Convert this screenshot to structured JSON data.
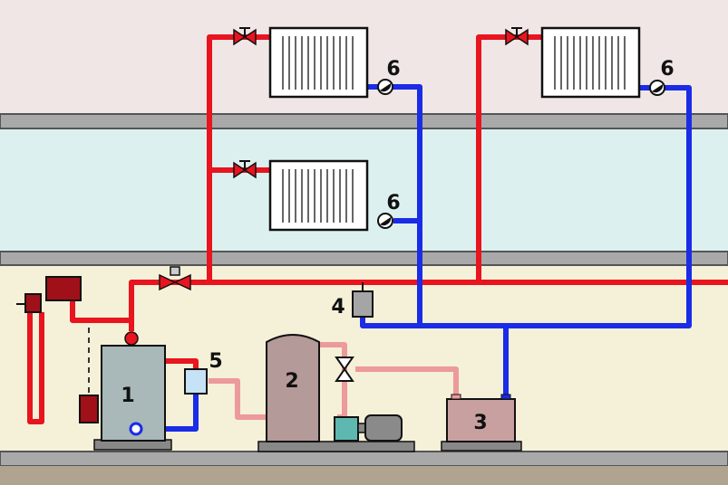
{
  "labels": {
    "boiler": "1",
    "expansion_tank": "2",
    "condensate_tank": "3",
    "air_separator": "4",
    "heat_exchanger": "5",
    "radiator_valve_upper_left": "6",
    "radiator_valve_middle": "6",
    "radiator_valve_upper_right": "6"
  },
  "colors": {
    "supply_pipe": "#e8141e",
    "return_pipe": "#1a2ce6",
    "auxiliary_pipe": "#ec9a9a",
    "floor_slab": "#a9a9a9",
    "upper_room": "#f1e6e6",
    "middle_room": "#dcf1ef",
    "ground_room": "#f5f0d8",
    "boiler_body": "#a9b8b8",
    "tank_body": "#b49a98",
    "condensate_body": "#c9a0a0",
    "burner": "#a01018"
  }
}
